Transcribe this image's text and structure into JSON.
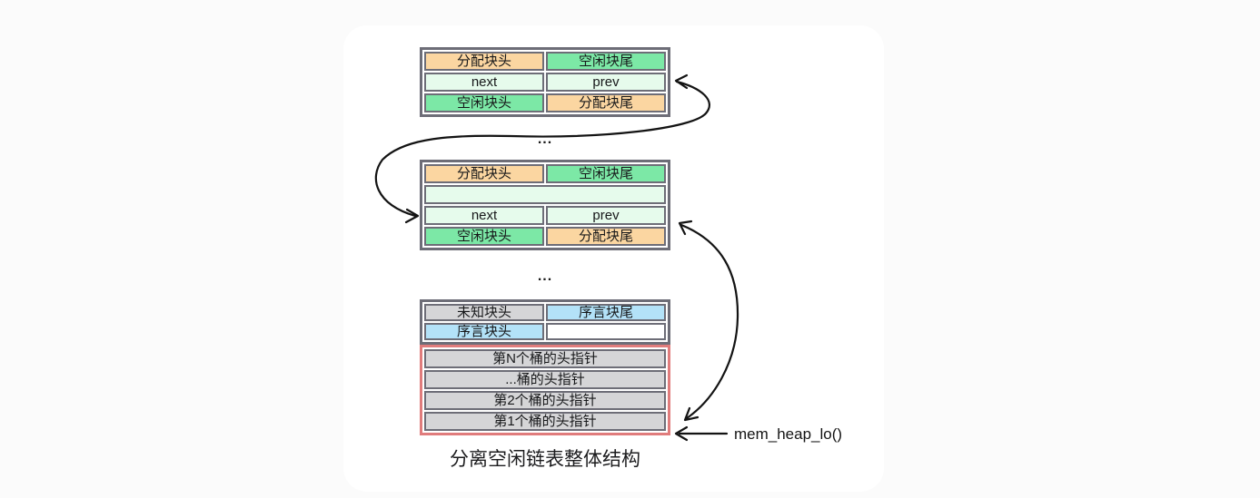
{
  "page": {
    "background": "#fbfbfb",
    "card_background": "#ffffff"
  },
  "colors": {
    "allocated_fill": "#fbd6a1",
    "free_fill": "#7ce8a6",
    "pointer_fill": "#e6fbec",
    "prologue_fill": "#b3e2f8",
    "bucket_fill": "#d5d5d7",
    "table_border": "#6d6d77",
    "bucket_outline": "#e07c7c",
    "arrow": "#131313"
  },
  "top_block": {
    "header_left": "分配块头",
    "header_right": "空闲块尾",
    "next": "next",
    "prev": "prev",
    "footer_left": "空闲块头",
    "footer_right": "分配块尾"
  },
  "middle_block": {
    "header_left": "分配块头",
    "header_right": "空闲块尾",
    "payload": "",
    "next": "next",
    "prev": "prev",
    "footer_left": "空闲块头",
    "footer_right": "分配块尾"
  },
  "bottom_block": {
    "header_left": "未知块头",
    "header_right": "序言块尾",
    "row2_left": "序言块头",
    "row2_right": "",
    "buckets": [
      "第N个桶的头指针",
      "...桶的头指针",
      "第2个桶的头指针",
      "第1个桶的头指针"
    ]
  },
  "separators": {
    "ellipsis_top": "...",
    "ellipsis_bottom": "..."
  },
  "annotations": {
    "mem_heap_label": "mem_heap_lo()",
    "caption": "分离空闲链表整体结构"
  }
}
